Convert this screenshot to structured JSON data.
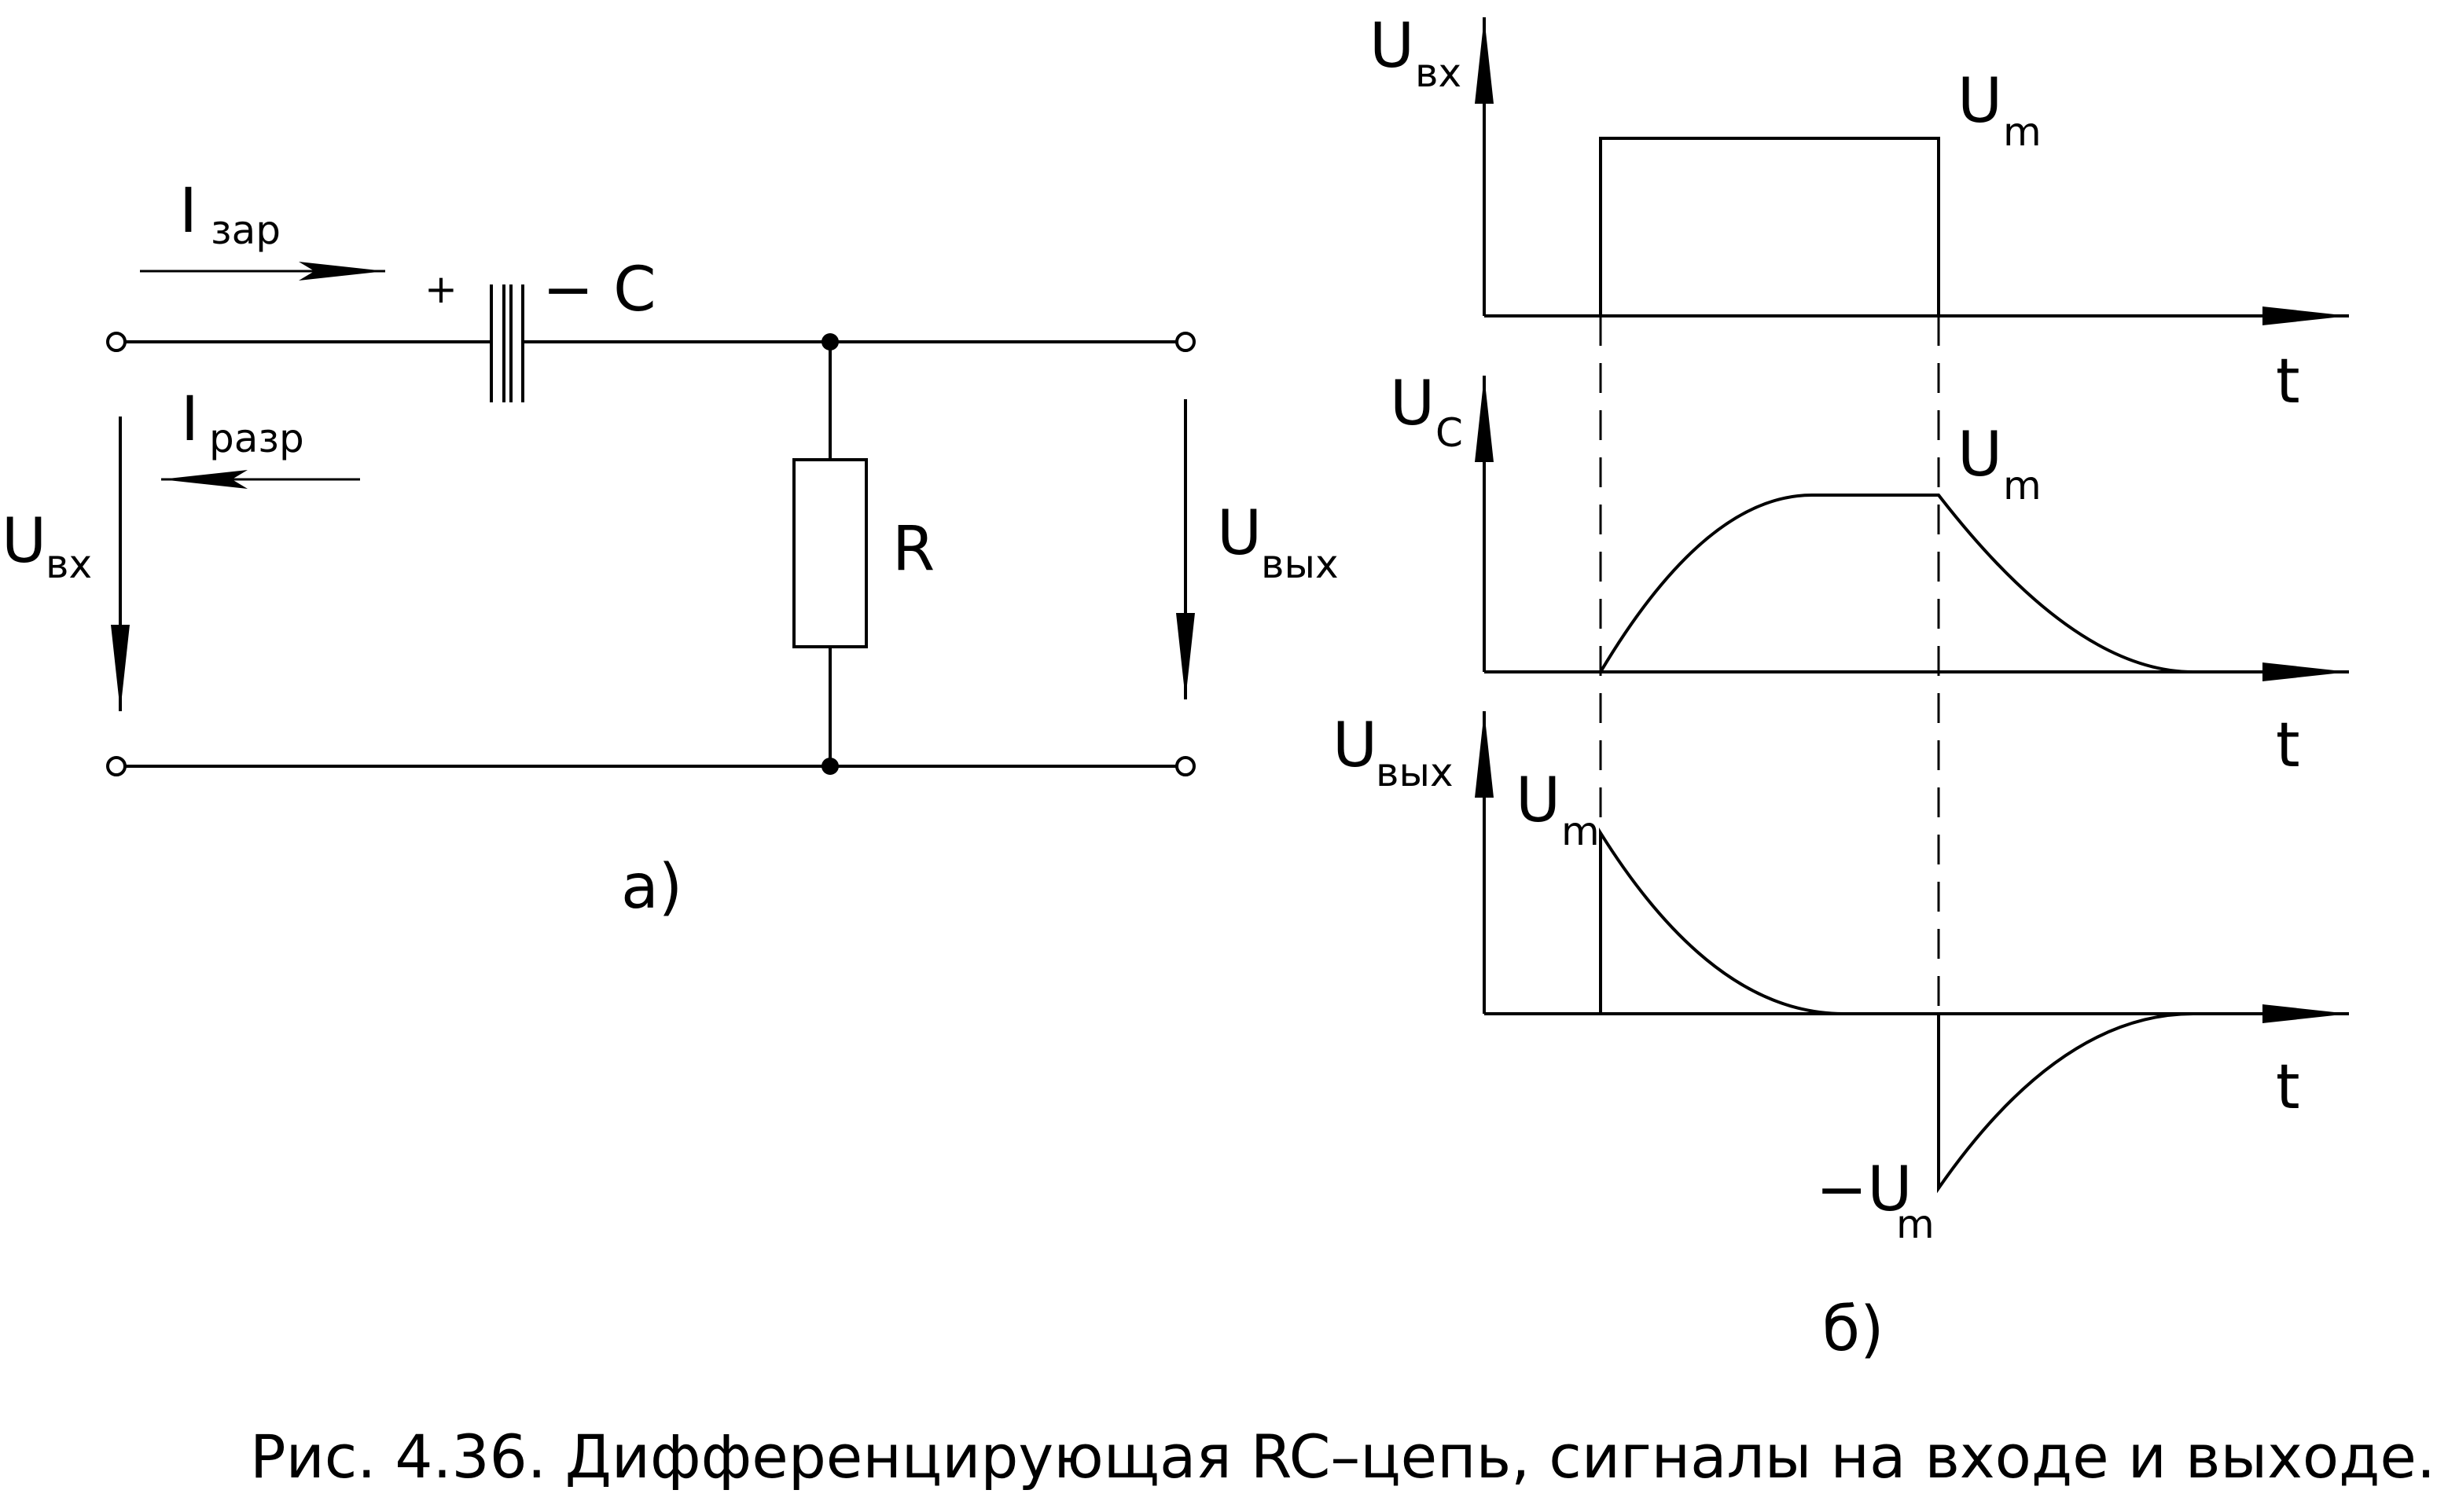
{
  "circuit": {
    "label_I_charge": "I",
    "label_I_charge_sub": "зар",
    "label_I_discharge": "I",
    "label_I_discharge_sub": "разр",
    "label_plus": "+",
    "label_capacitor": "− C",
    "label_resistor": "R",
    "label_U_in": "U",
    "label_U_in_sub": "вх",
    "label_U_out": "U",
    "label_U_out_sub": "вых",
    "panel_label": "а)"
  },
  "timing": {
    "u_in_label": "U",
    "u_in_sub": "вх",
    "u_in_level": "U",
    "u_in_level_sub": "m",
    "u_c_label": "U",
    "u_c_sub": "C",
    "u_c_level": "U",
    "u_c_level_sub": "m",
    "u_out_label": "U",
    "u_out_sub": "вых",
    "u_out_pos": "U",
    "u_out_pos_sub": "m",
    "u_out_neg": "−U",
    "u_out_neg_sub": "m",
    "t_label_1": "t",
    "t_label_2": "t",
    "t_label_3": "t",
    "panel_label": "б)"
  },
  "caption": "Рис. 4.36. Дифференцирующая RC–цепь, сигналы на входе и выходе."
}
